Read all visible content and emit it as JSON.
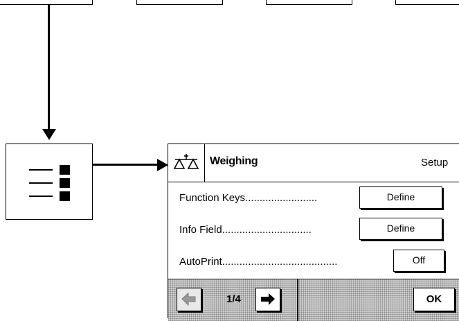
{
  "panel": {
    "title": "Weighing",
    "setup_label": "Setup",
    "rows": [
      {
        "label": "Function Keys.........................",
        "button": "Define"
      },
      {
        "label": "Info Field...............................",
        "button": "Define"
      },
      {
        "label": "AutoPrint........................................",
        "button": "Off"
      }
    ],
    "page_indicator": "1/4",
    "ok_label": "OK"
  },
  "icons": {
    "title": "balance-scale-icon",
    "menu": "menu-list-icon",
    "prev": "arrow-left-icon",
    "next": "arrow-right-icon"
  }
}
